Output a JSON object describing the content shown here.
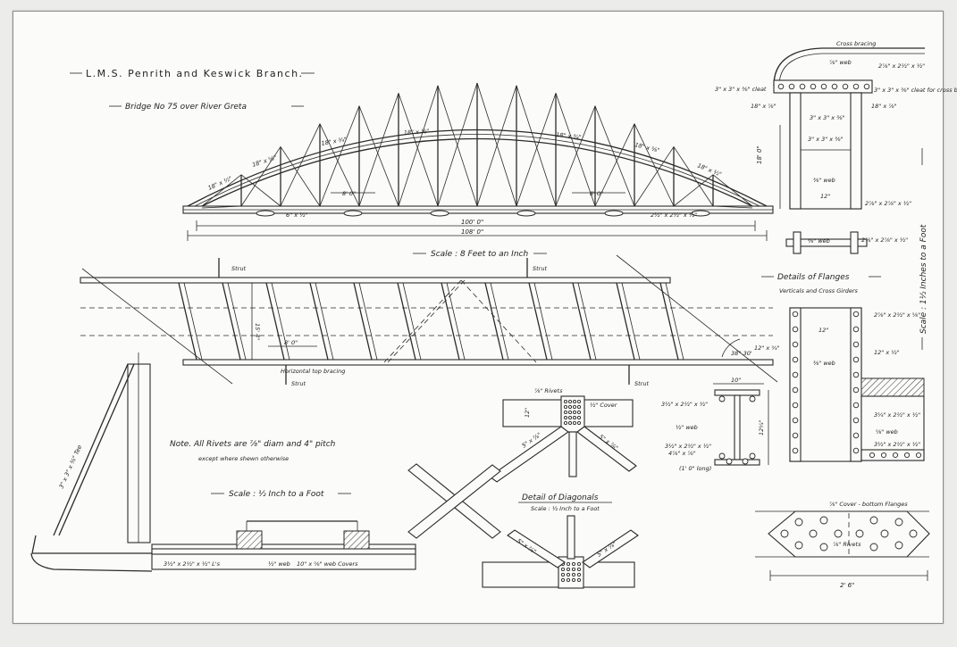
{
  "drawing": {
    "title": "L.M.S. Penrith and Keswick Branch.",
    "subtitle": "Bridge No 75 over River Greta",
    "note_line1": "Note. All Rivets are ⅞\" diam and 4\" pitch",
    "note_line2": "except where shewn otherwise",
    "scale_plan": "Scale : 8 Feet to an Inch",
    "scale_section": "Scale : ½ Inch to a Foot",
    "scale_details": "Scale : 1½ Inches to a Foot",
    "detail_diagonals": "Detail of Diagonals",
    "detail_diagonals_scale": "Scale : ½ Inch to a Foot",
    "details_flanges": "Details of Flanges",
    "details_flanges_sub": "Verticals and Cross Girders",
    "cover_bottom_flanges": "⅞\" Cover - bottom Flanges"
  },
  "elevation": {
    "span_inner": "100' 0\"",
    "span_outer": "108' 0\"",
    "panel": "8' 0\"",
    "rib_sizes": [
      "18\" x ½\"",
      "18\" x ⅝\"",
      "18\" x ¾\"",
      "18\" x ⅞\"",
      "18\" x ¾\"",
      "18\" x ⅝\"",
      "18\" x ½\""
    ],
    "chord_left": "6\" x ½\"",
    "chord_right": "2½\" x 2½\" x ½\""
  },
  "plan": {
    "strut_labels": [
      "Strut",
      "Strut",
      "Strut",
      "Strut"
    ],
    "width": "15' 4\"",
    "spacing": "8' 0\"",
    "bracing_label": "Horizontal top bracing",
    "skew_angle": "38° 30'"
  },
  "cross_section": {
    "angle_label": "3\" x 3\" x ⅜\" Tee",
    "flange_label": "3½\" x 2½\" x ½\" L's",
    "web_label": "½\" web",
    "cover_label": "10\" x ⅝\" web Covers"
  },
  "diagonal_detail": {
    "rivets": "⅞\" Rivets",
    "cover": "½\" Cover",
    "flat_sizes": [
      "5\" x ⅞\"",
      "5\" x ⅞\"",
      "5\" x ⅞\"",
      "5\" x ⅞\""
    ],
    "dim": "12\""
  },
  "top_section": {
    "cross_bracing": "Cross bracing",
    "web": "⅞\" web",
    "angle_top": "2⅞\" x 2½\" x ½\"",
    "cleat": "3\" x 3\" x ⅜\" cleat",
    "cleat_bracing": "3\" x 3\" x ⅜\" cleat for cross bracing",
    "dim_left": "18\" x ⅞\"",
    "dim_right": "18\" x ⅞\"",
    "inner_angle": "3\" x 3\" x ⅜\"",
    "depth": "18' 0\"",
    "web_mid": "⅜\" web",
    "width": "12\"",
    "angle_bottom": "2⅞\" x 2⅞\" x ½\"",
    "tee_web": "⅜\" web",
    "tee_angle": "2⅞\" x 2⅞\" x ½\""
  },
  "cross_girder": {
    "width": "10\"",
    "depth": "12¼\"",
    "web": "½\" web",
    "angle_top": "3½\" x 2½\" x ½\"",
    "angle_bottom": "3½\" x 2½\" x ½\"",
    "plate": "4⅞\" x ⅞\"",
    "length": "(1' 0\" long)"
  },
  "vertical_detail": {
    "width": "12\"",
    "angle_top": "2⅞\" x 2½\" x ⅝\"",
    "plate_left": "12\" x ¾\"",
    "plate_right": "12\" x ½\"",
    "web": "⅜\" web",
    "web_right": "⅝\" web",
    "angle_mid": "3¼\" x 2½\" x ½\"",
    "angle_bottom": "3½\" x 2½\" x ½\""
  },
  "cover_plate": {
    "rivets": "⅞\" Rivets",
    "length": "2' 6\""
  }
}
